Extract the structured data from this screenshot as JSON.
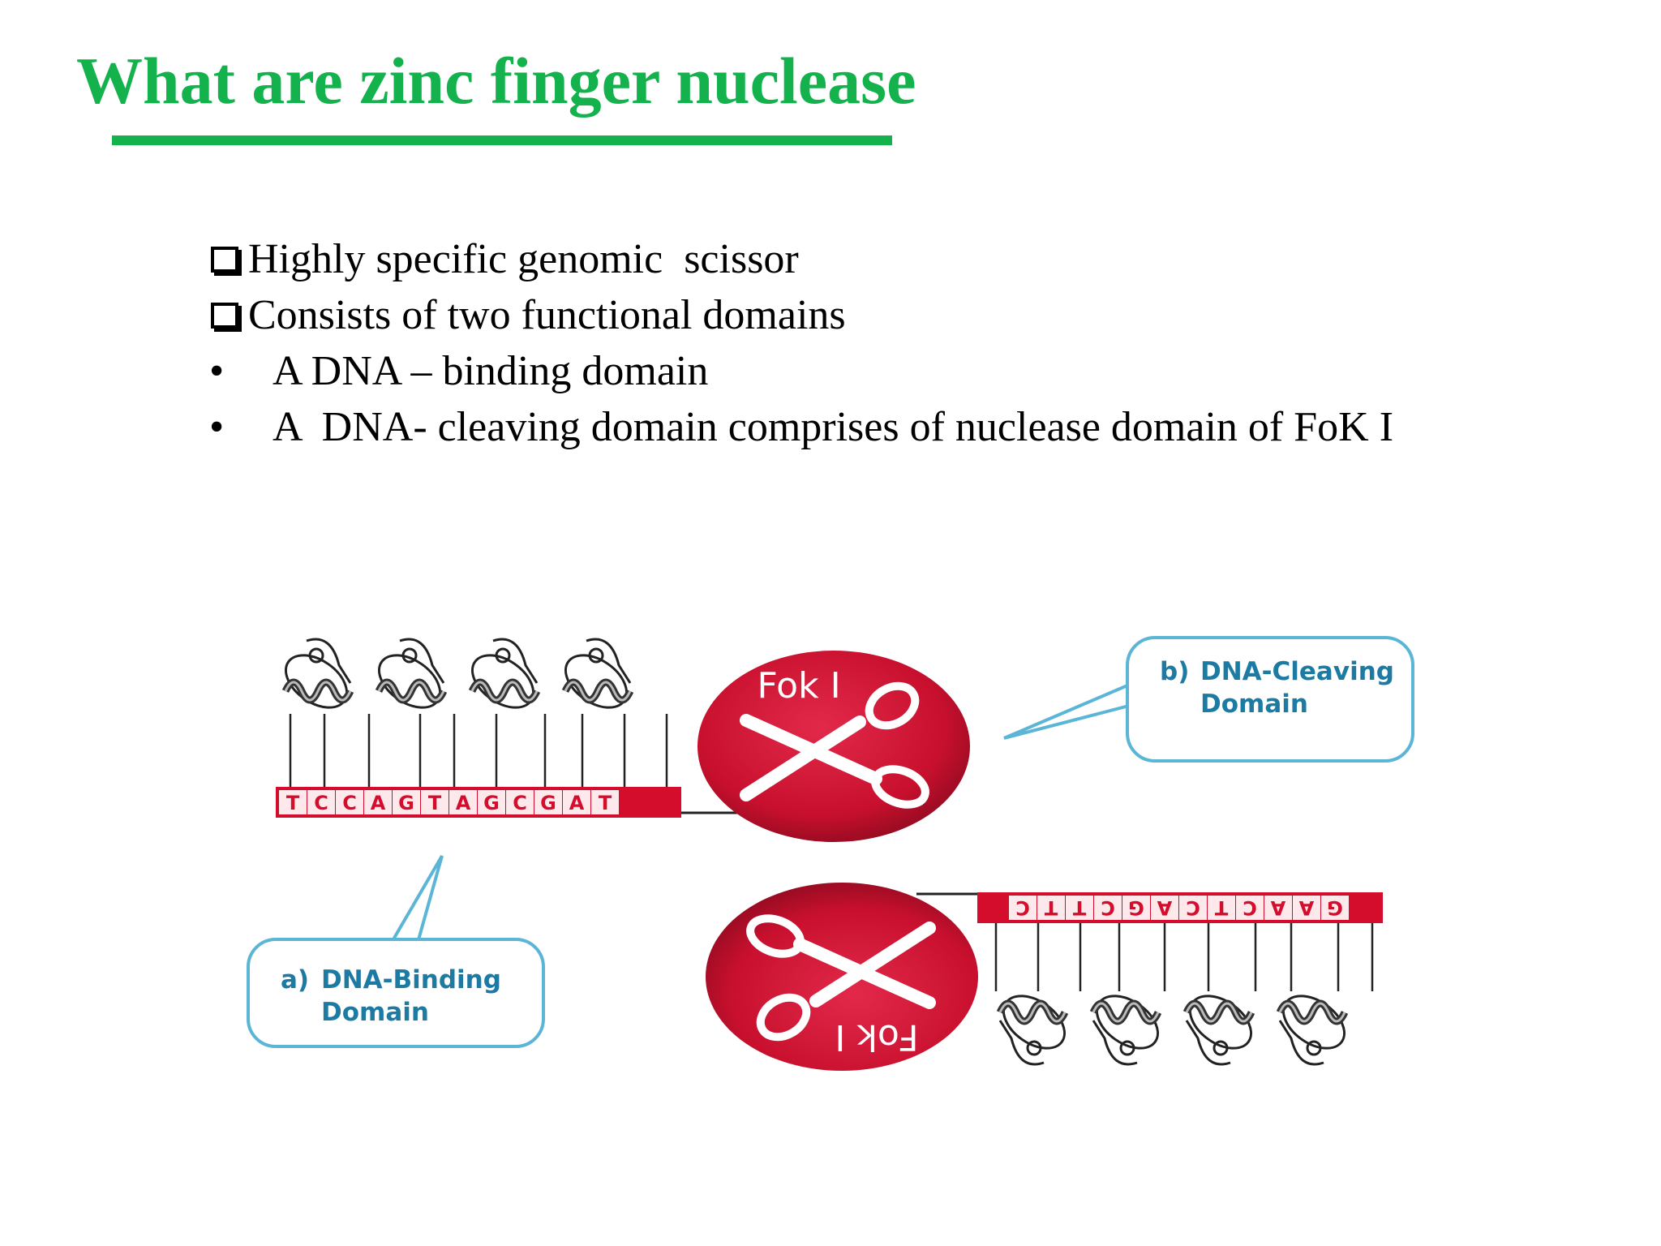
{
  "slide": {
    "title": "What are zinc finger nuclease",
    "bullets": [
      {
        "style": "checkbox",
        "text": "Highly specific genomic  scissor"
      },
      {
        "style": "checkbox",
        "text": "Consists of two functional domains"
      },
      {
        "style": "dot",
        "text": "A DNA – binding domain"
      },
      {
        "style": "dot",
        "text": "A  DNA- cleaving domain comprises of nuclease domain of FoK I"
      }
    ]
  },
  "diagram": {
    "top_sequence": [
      "T",
      "C",
      "C",
      "A",
      "G",
      "T",
      "A",
      "G",
      "C",
      "G",
      "A",
      "T"
    ],
    "bottom_sequence": [
      "C",
      "T",
      "T",
      "C",
      "G",
      "A",
      "C",
      "T",
      "C",
      "A",
      "A",
      "G"
    ],
    "enzyme_label": "Fok I",
    "binding_callout": {
      "letter": "a)",
      "line1": "DNA-Binding",
      "line2": "Domain"
    },
    "cleaving_callout": {
      "letter": "b)",
      "line1": "DNA-Cleaving",
      "line2": "Domain"
    },
    "colors": {
      "title_green": "#14b24d",
      "enzyme_red": "#c8102e",
      "base_red": "#d40d2c",
      "callout_blue": "#1c7aa3",
      "callout_border": "#5ab5d6"
    }
  }
}
